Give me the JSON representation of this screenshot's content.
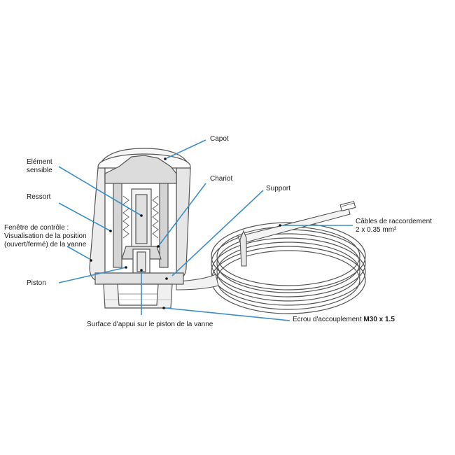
{
  "labels": {
    "capot": "Capot",
    "element_sensible": "Elément sensible",
    "chariot": "Chariot",
    "support": "Support",
    "ressort": "Ressort",
    "cables_line1": "Câbles de raccordement",
    "cables_line2": "2 x 0.35 mm²",
    "fenetre": "Fenêtre de contrôle : Visualisation de la position (ouvert/fermé) de la vanne",
    "piston": "Piston",
    "surface": "Surface d'appui sur le piston de la vanne",
    "ecrou_prefix": "Ecrou d'accouplement ",
    "ecrou_bold": "M30 x 1.5"
  },
  "colors": {
    "leader": "#3d8fc6",
    "outline": "#555555",
    "fill": "#f0f0f0",
    "shade": "#d9d9d9"
  }
}
